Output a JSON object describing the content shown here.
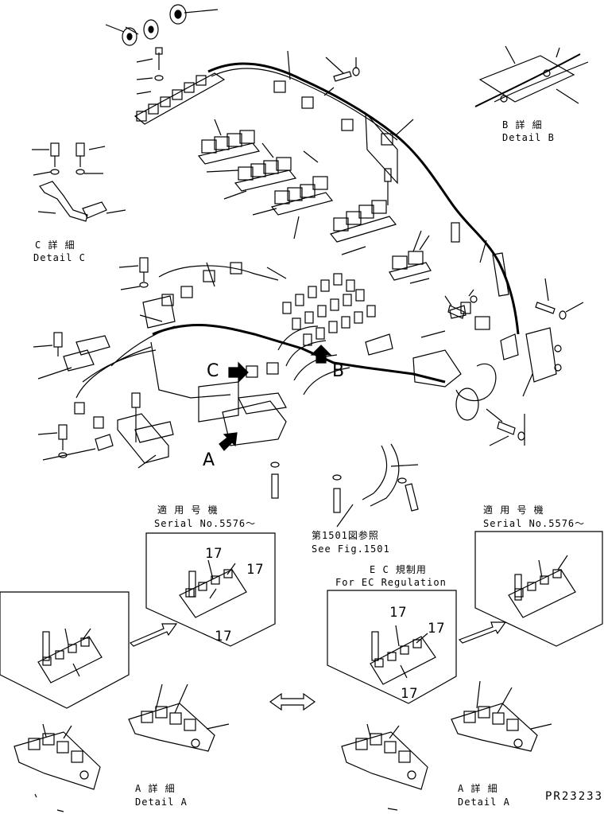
{
  "labels": {
    "detail_b_jp": "B 詳 細",
    "detail_b_en": "Detail B",
    "detail_c_jp": "C 詳 細",
    "detail_c_en": "Detail C",
    "marker_c": "C",
    "marker_b": "B",
    "marker_a": "A",
    "serial_jp_left": "適 用 号 機",
    "serial_en_left": "Serial No.5576～",
    "serial_jp_right": "適 用 号 機",
    "serial_en_right": "Serial No.5576～",
    "fig_ref_jp": "第1501図参照",
    "fig_ref_en": "See Fig.1501",
    "ec_jp": "E C 規制用",
    "ec_en": "For EC Regulation",
    "qty_17": "17",
    "detail_a_jp": "A 詳 細",
    "detail_a_en": "Detail A",
    "drawing_id": "PR23233"
  }
}
